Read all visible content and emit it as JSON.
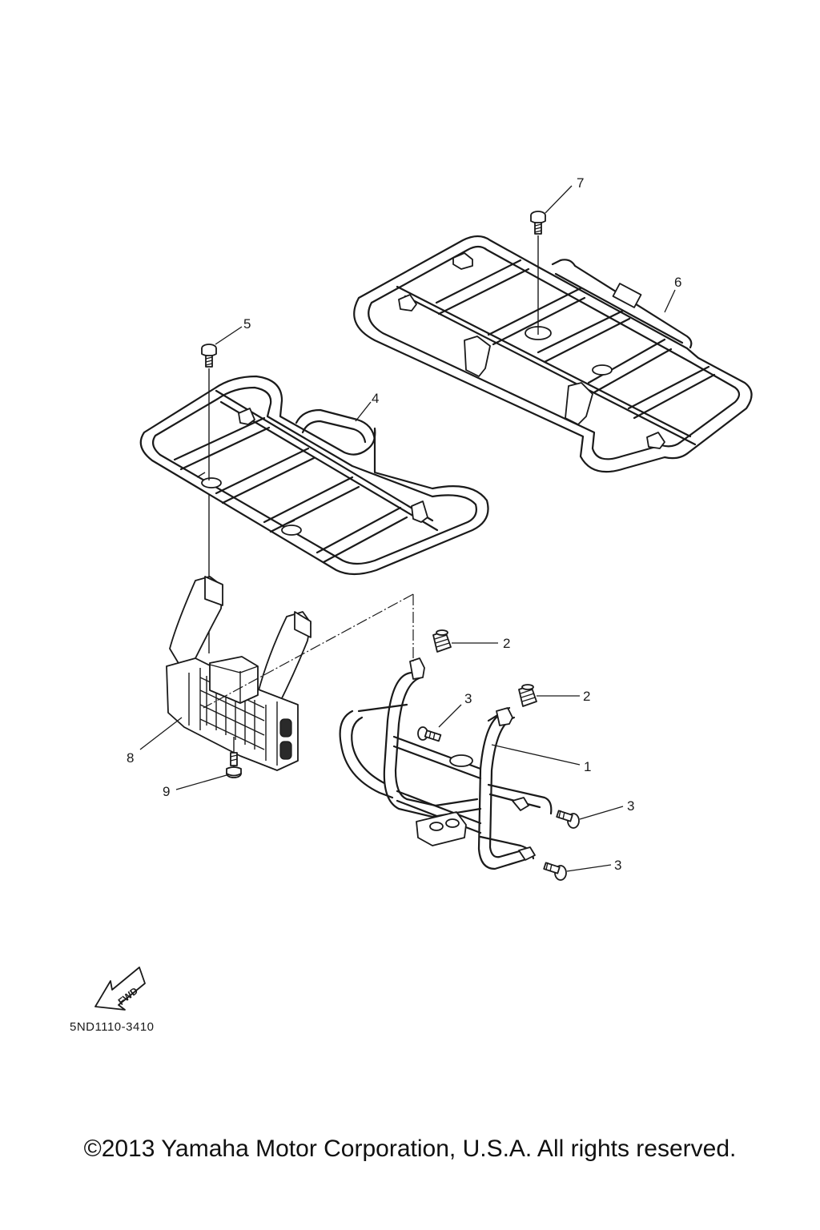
{
  "callouts": [
    {
      "label": "1"
    },
    {
      "label": "2"
    },
    {
      "label": "2"
    },
    {
      "label": "3"
    },
    {
      "label": "3"
    },
    {
      "label": "3"
    },
    {
      "label": "4"
    },
    {
      "label": "5"
    },
    {
      "label": "6"
    },
    {
      "label": "7"
    },
    {
      "label": "8"
    },
    {
      "label": "9"
    }
  ],
  "fwd_label": "FWD",
  "diagram_code": "5ND1110-3410",
  "copyright": "©2013 Yamaha Motor Corporation, U.S.A. All rights reserved.",
  "icons": [
    "fwd-arrow-icon"
  ],
  "colors": {
    "line": "#1a1a1a",
    "background": "#ffffff"
  }
}
